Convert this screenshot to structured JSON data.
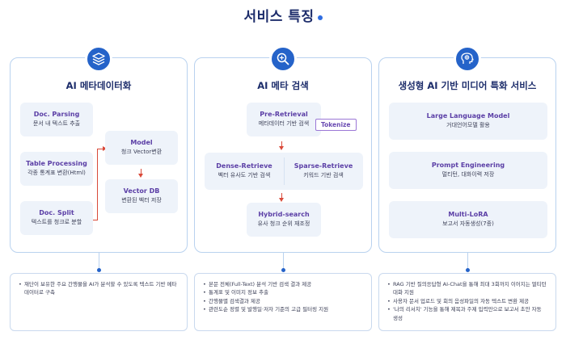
{
  "page": {
    "title": "서비스 특징"
  },
  "colors": {
    "accent": "#2563c9",
    "navy": "#1d2d6b",
    "purple": "#5b3fa6",
    "arrow": "#d94a3a",
    "box_bg": "#eef3fa"
  },
  "cards": [
    {
      "icon": "layers-icon",
      "title": "AI 메타데이터화",
      "boxes": [
        {
          "title": "Doc. Parsing",
          "sub": "문서 내 텍스트 추출"
        },
        {
          "title": "Table Processing",
          "sub": "각종 통계표 변환(Html)"
        },
        {
          "title": "Doc. Split",
          "sub": "텍스트를 청크로 분할"
        },
        {
          "title": "Model",
          "sub": "청크 Vector변환"
        },
        {
          "title": "Vector DB",
          "sub": "변환된 벡터 저장"
        }
      ],
      "notes": [
        "재단이 보유한 주요 간행물을 AI가 분석할 수 있도록 텍스트 기반 메타데이터로 구축"
      ]
    },
    {
      "icon": "search-icon",
      "title": "AI 메타 검색",
      "tag": "Tokenize",
      "boxes": [
        {
          "title": "Pre-Retrieval",
          "sub": "메타데이터 기반 검색"
        },
        {
          "title": "Dense-Retrieve",
          "sub": "벡터 유사도 기반 검색"
        },
        {
          "title": "Sparse-Retrieve",
          "sub": "키워드 기반 검색"
        },
        {
          "title": "Hybrid-search",
          "sub": "유사 청크 순위 재조정"
        }
      ],
      "notes": [
        "본문 전체(Full-Text) 분석 기반 검색 결과 제공",
        "통계표 및 이미지 정보 추출",
        "간행물별 검색결과 제공",
        "관련도순 정렬 및 발행일·저자 기준의 고급 필터링 지원"
      ]
    },
    {
      "icon": "brain-head-icon",
      "title": "생성형 AI 기반 미디어 특화 서비스",
      "boxes": [
        {
          "title": "Large Language  Model",
          "sub": "거대언어모델 활용"
        },
        {
          "title": "Prompt Engineering",
          "sub": "멀티턴, 대화이력 저장"
        },
        {
          "title": "Multi-LoRA",
          "sub": "보고서 자동생성(7종)"
        }
      ],
      "notes": [
        "RAG 기반 질의응답형 AI-Chat을 통해 최대 3회까지 이어지는 멀티턴 대화 지원",
        "사용자 문서 업로드 및 회의 음성파일의 자동 텍스트 변환 제공",
        "'나의 리서치' 기능을 통해 제목과 주제 입력만으로 보고서 초안 자동 생성"
      ]
    }
  ]
}
